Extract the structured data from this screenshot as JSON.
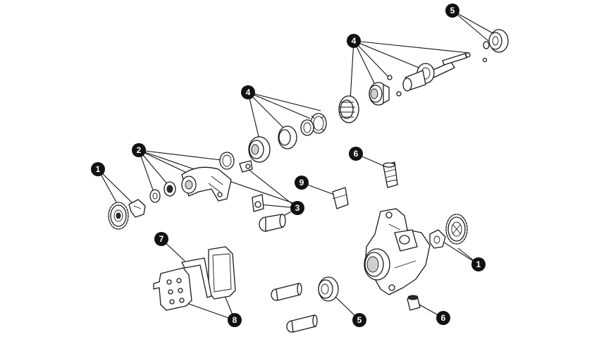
{
  "diagram": {
    "callouts": [
      {
        "id": "c5-top",
        "label": "5"
      },
      {
        "id": "c4-right",
        "label": "4"
      },
      {
        "id": "c4-mid",
        "label": "4"
      },
      {
        "id": "c2",
        "label": "2"
      },
      {
        "id": "c1-left",
        "label": "1"
      },
      {
        "id": "c6-top",
        "label": "6"
      },
      {
        "id": "c9",
        "label": "9"
      },
      {
        "id": "c3",
        "label": "3"
      },
      {
        "id": "c7",
        "label": "7"
      },
      {
        "id": "c1-right",
        "label": "1"
      },
      {
        "id": "c8",
        "label": "8"
      },
      {
        "id": "c5-bottom",
        "label": "5"
      },
      {
        "id": "c6-bottom",
        "label": "6"
      }
    ],
    "colors": {
      "ink": "#1a1a1a",
      "callout_fill": "#111111",
      "callout_text": "#ffffff",
      "background": "#ffffff"
    }
  }
}
